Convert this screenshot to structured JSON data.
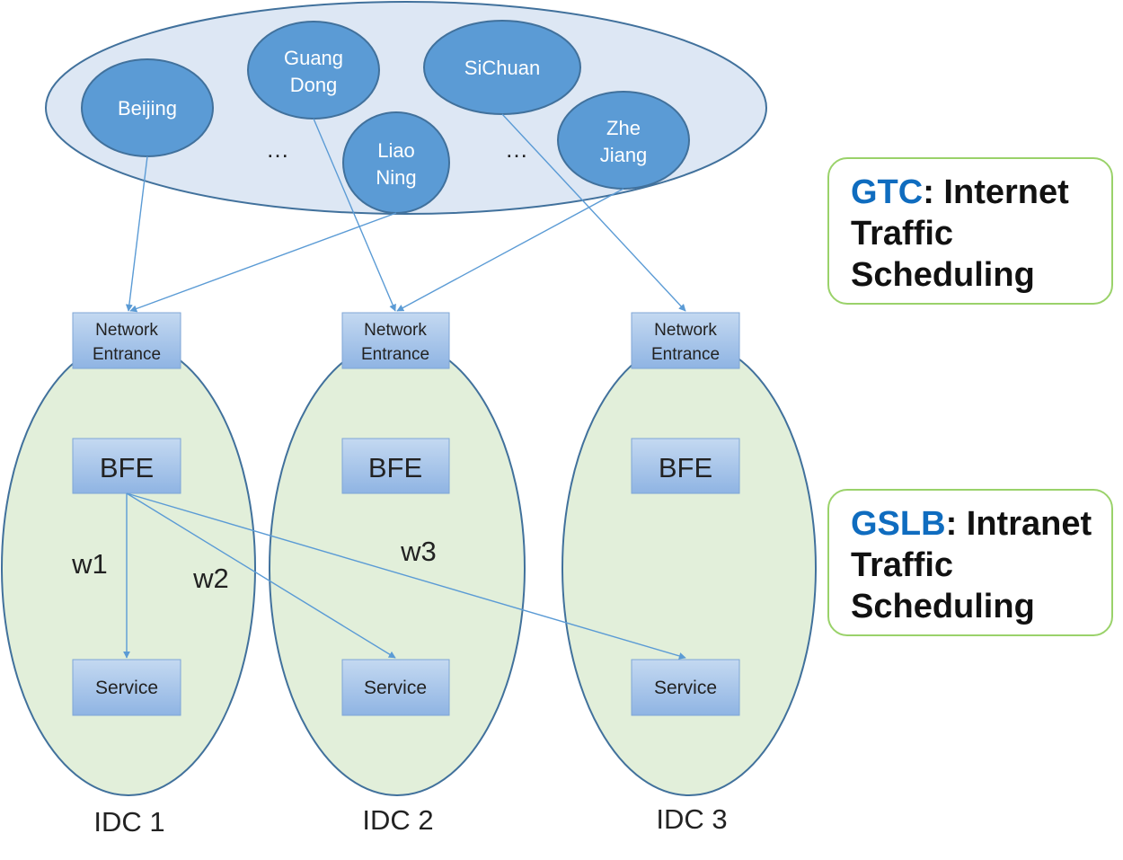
{
  "regions": {
    "items": [
      {
        "lines": [
          "Beijing"
        ]
      },
      {
        "lines": [
          "Guang",
          "Dong"
        ]
      },
      {
        "lines": [
          "Liao",
          "Ning"
        ]
      },
      {
        "lines": [
          "SiChuan"
        ]
      },
      {
        "lines": [
          "Zhe",
          "Jiang"
        ]
      }
    ],
    "ellipsis": "…"
  },
  "idcs": [
    {
      "label": "IDC 1",
      "entrance": [
        "Network",
        "Entrance"
      ],
      "bfe": "BFE",
      "service": "Service"
    },
    {
      "label": "IDC 2",
      "entrance": [
        "Network",
        "Entrance"
      ],
      "bfe": "BFE",
      "service": "Service"
    },
    {
      "label": "IDC 3",
      "entrance": [
        "Network",
        "Entrance"
      ],
      "bfe": "BFE",
      "service": "Service"
    }
  ],
  "weights": [
    "w1",
    "w2",
    "w3"
  ],
  "panels": {
    "gtc": {
      "acronym": "GTC",
      "line1": ": Internet",
      "line2": "Traffic",
      "line3": "Scheduling"
    },
    "gslb": {
      "acronym": "GSLB",
      "line1": ": Intranet",
      "line2": "Traffic",
      "line3": "Scheduling"
    }
  },
  "colors": {
    "region_outer_fill": "#dde7f4",
    "region_fill": "#5b9bd5",
    "ellipse_stroke": "#41719c",
    "idc_fill": "#e2efda",
    "box_fill": "#a9c6ea",
    "arrow": "#5b9bd5",
    "panel_border": "#9ad26a",
    "acronym": "#0f6cbf"
  }
}
